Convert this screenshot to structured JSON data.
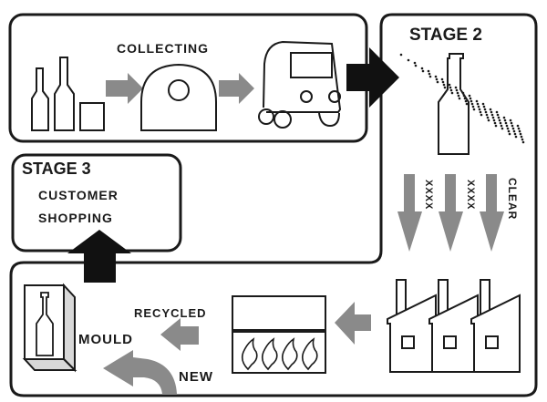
{
  "diagram": {
    "title": "Glass bottle recycling process",
    "stage1": {
      "label": "COLLECTING",
      "steps": [
        "bottles-and-box",
        "collection-bank",
        "collection-truck"
      ]
    },
    "stage2": {
      "title": "STAGE 2",
      "side_label": "CLEAR",
      "marks": [
        "XXXX",
        "XXXX"
      ]
    },
    "stage3": {
      "title": "STAGE 3",
      "line1": "CUSTOMER",
      "line2": "SHOPPING"
    },
    "stage4": {
      "recycled_label": "RECYCLED",
      "mould_label": "MOULD",
      "new_label": "NEW",
      "steps": [
        "factories",
        "furnace",
        "mould"
      ]
    },
    "colors": {
      "line": "#1a1a1a",
      "arrow_grey": "#8a8a8a",
      "arrow_black": "#111111"
    }
  }
}
